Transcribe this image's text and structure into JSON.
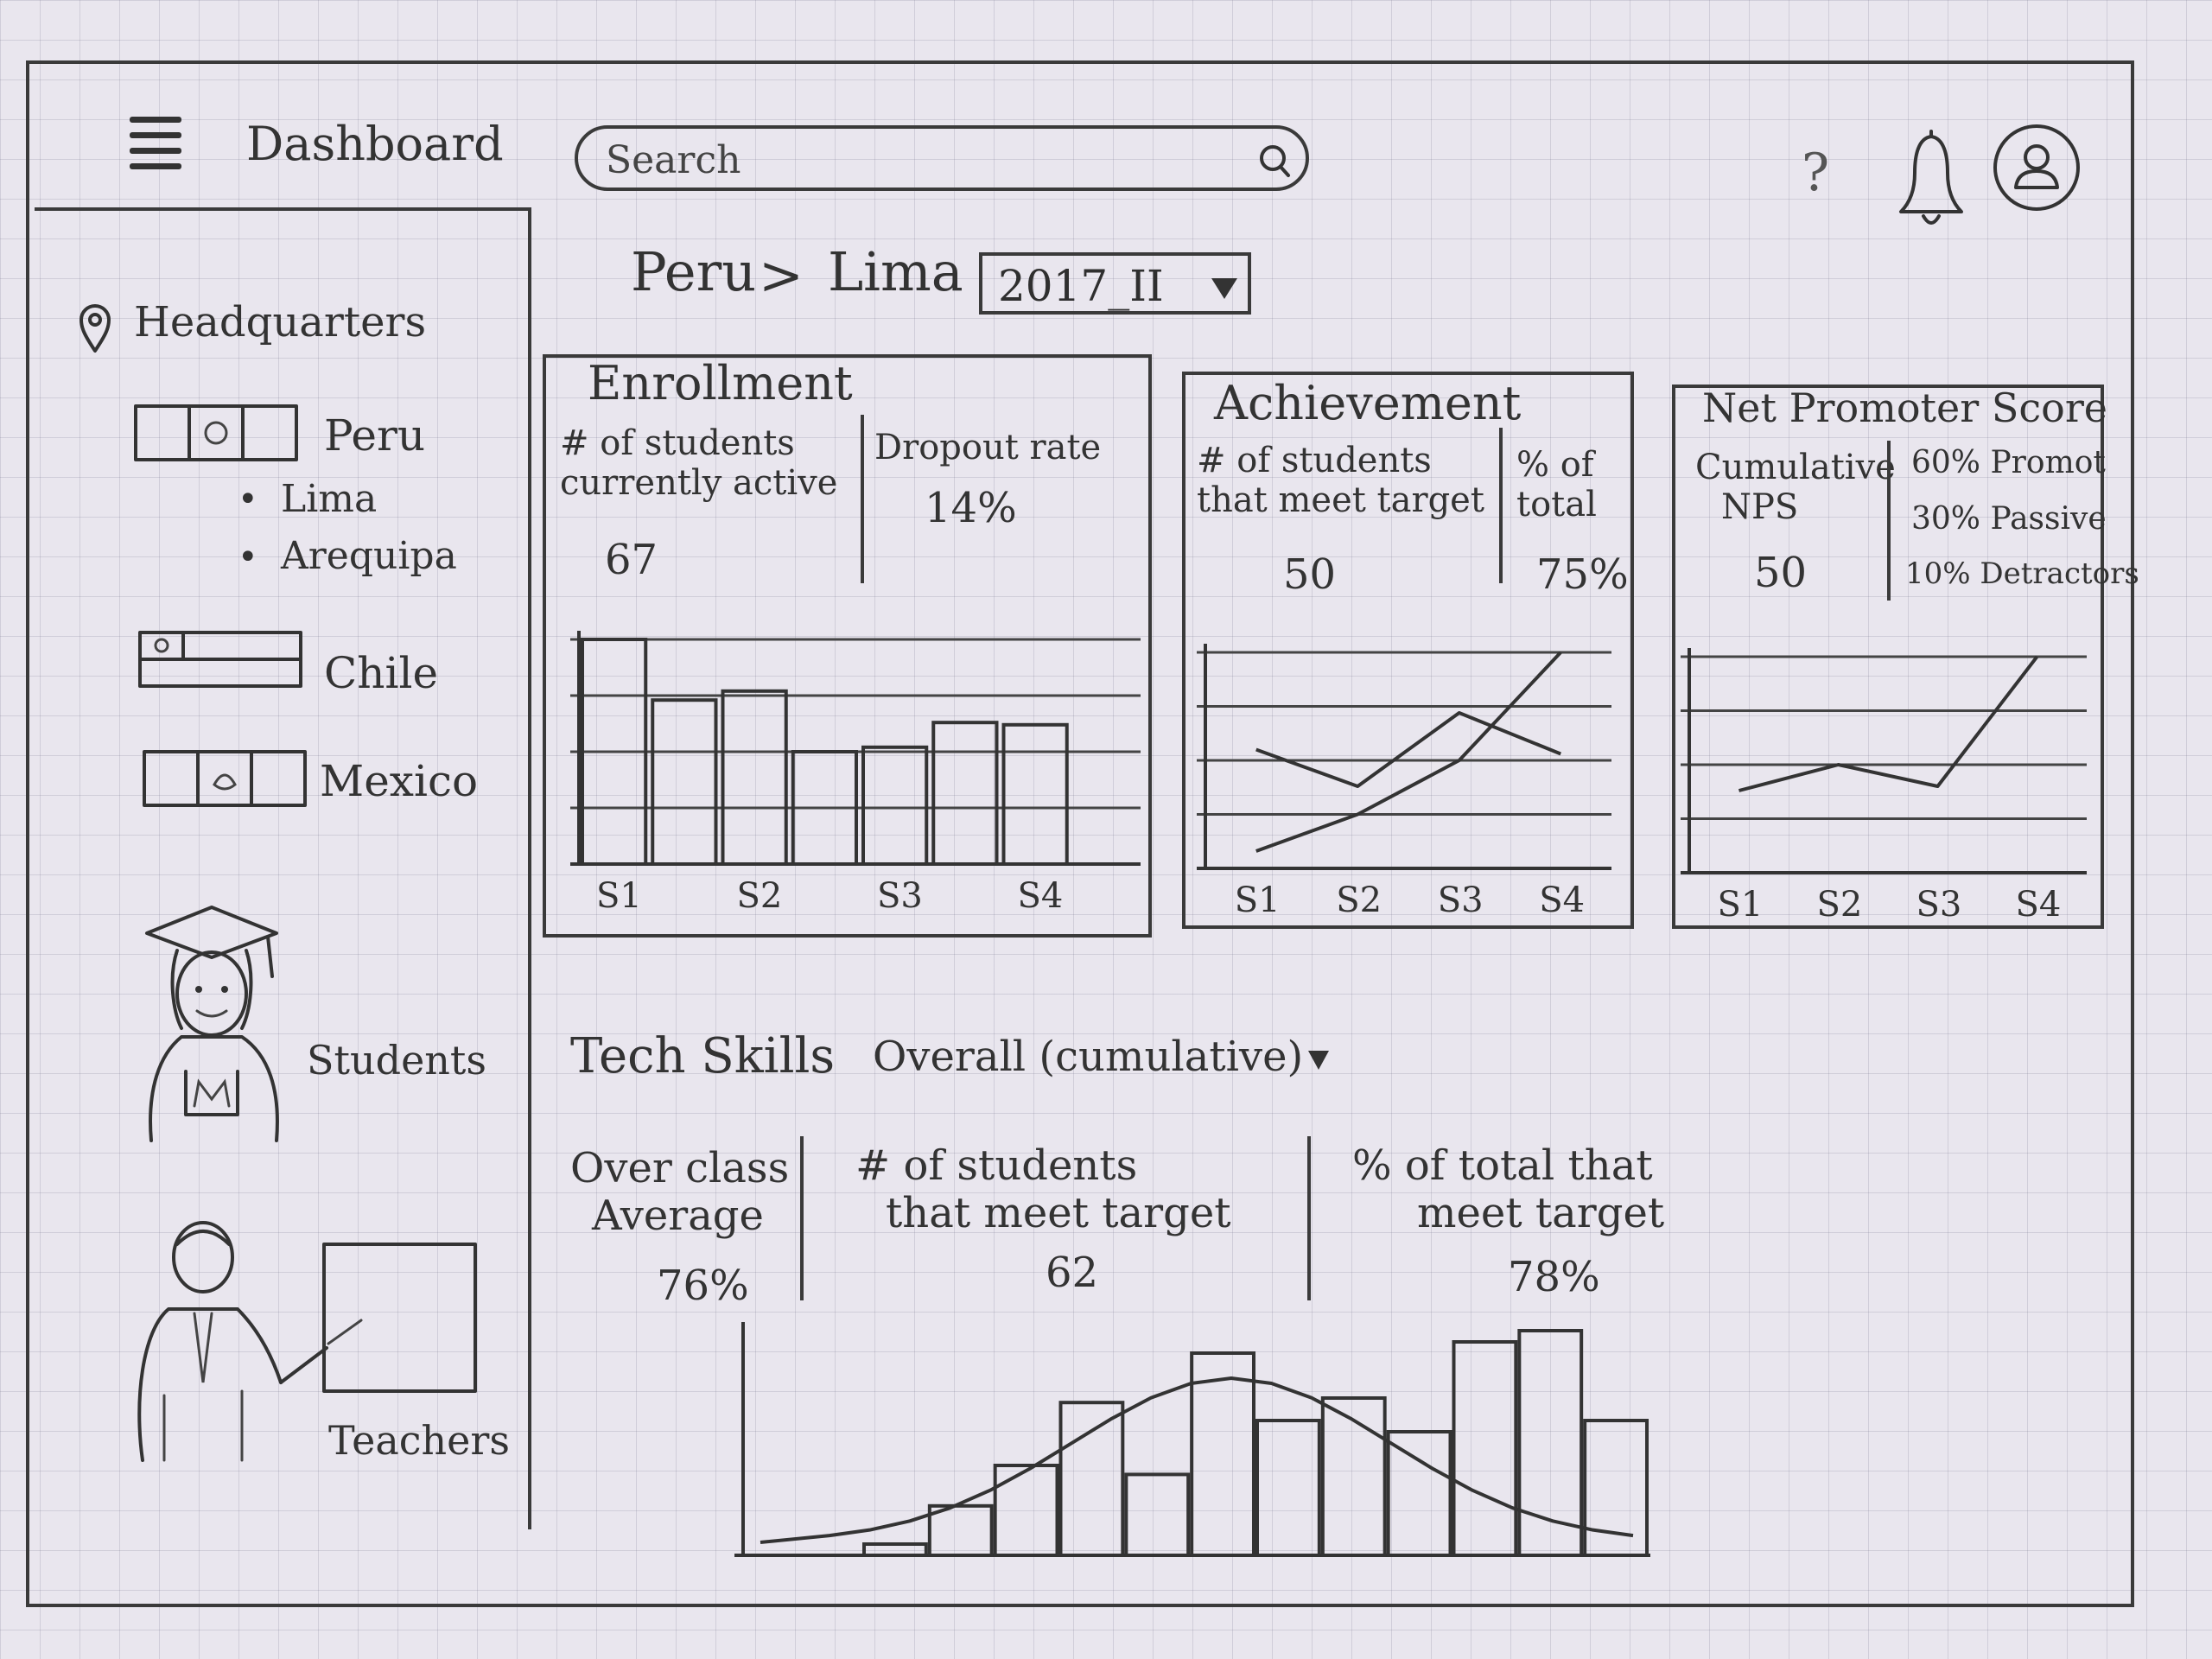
{
  "header": {
    "title": "Dashboard",
    "search_placeholder": "Search",
    "help_label": "?"
  },
  "sidebar": {
    "section": "Headquarters",
    "countries": [
      {
        "name": "Peru",
        "cities": [
          "Lima",
          "Arequipa"
        ]
      },
      {
        "name": "Chile",
        "cities": []
      },
      {
        "name": "Mexico",
        "cities": []
      }
    ],
    "students_label": "Students",
    "teachers_label": "Teachers"
  },
  "breadcrumb": {
    "country": "Peru",
    "separator": ">",
    "city": "Lima",
    "term": "2017_II"
  },
  "enrollment": {
    "title": "Enrollment",
    "active_label_1": "# of students",
    "active_label_2": "currently active",
    "active_value": "67",
    "dropout_label": "Dropout rate",
    "dropout_value": "14%"
  },
  "achievement": {
    "title": "Achievement",
    "met_label_1": "# of students",
    "met_label_2": "that meet target",
    "met_value": "50",
    "pct_label_1": "% of",
    "pct_label_2": "total",
    "pct_value": "75%"
  },
  "nps": {
    "title": "Net Promoter Score",
    "cum_label_1": "Cumulative",
    "cum_label_2": "NPS",
    "cum_value": "50",
    "promoters": "60% Promot",
    "passive": "30% Passive",
    "detractors": "10% Detractors"
  },
  "tech": {
    "title": "Tech Skills",
    "filter": "Overall (cumulative)",
    "avg_label_1": "Over class",
    "avg_label_2": "Average",
    "avg_value": "76%",
    "met_label_1": "# of students",
    "met_label_2": "that meet target",
    "met_value": "62",
    "pct_label_1": "% of total that",
    "pct_label_2": "meet target",
    "pct_value": "78%"
  },
  "chart_data": [
    {
      "type": "bar",
      "categories": [
        "S1",
        "S2",
        "S3",
        "S4"
      ],
      "series": [
        {
          "values": [
            100,
            77,
            52,
            62
          ]
        },
        {
          "values": [
            73,
            50,
            63,
            0
          ]
        }
      ],
      "ylim": [
        0,
        100
      ],
      "grid": true
    },
    {
      "type": "line",
      "categories": [
        "S1",
        "S2",
        "S3",
        "S4"
      ],
      "series": [
        {
          "values": [
            55,
            38,
            72,
            53
          ]
        },
        {
          "values": [
            8,
            25,
            50,
            100
          ]
        }
      ],
      "ylim": [
        0,
        100
      ],
      "grid": true
    },
    {
      "type": "line",
      "categories": [
        "S1",
        "S2",
        "S3",
        "S4"
      ],
      "series": [
        {
          "values": [
            38,
            50,
            40,
            100
          ]
        }
      ],
      "ylim": [
        0,
        100
      ],
      "grid": true
    },
    {
      "type": "bar",
      "categories": [],
      "values": [
        5,
        22,
        40,
        68,
        36,
        90,
        60,
        70,
        55,
        95,
        100,
        60
      ],
      "ylim": [
        0,
        100
      ],
      "grid": false
    }
  ]
}
